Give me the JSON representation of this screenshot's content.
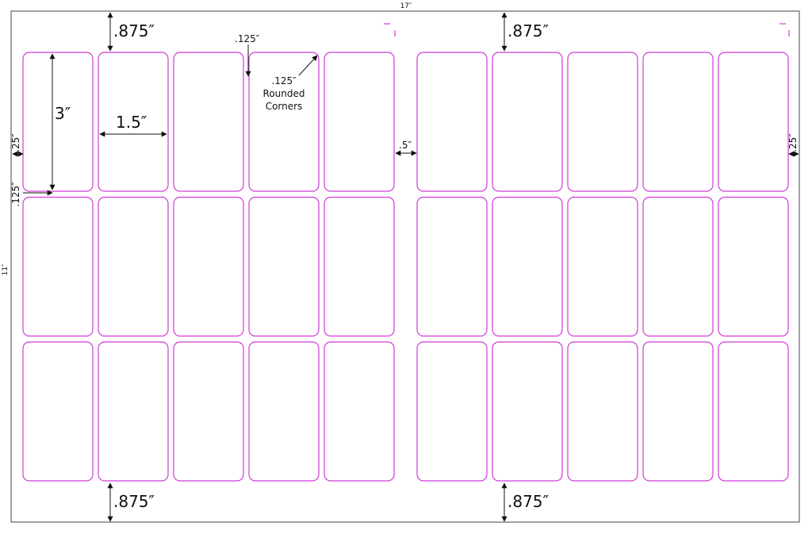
{
  "sheet": {
    "width_label": "17″",
    "height_label": "11″"
  },
  "labels_layout": {
    "rows": 3,
    "columns_per_block": 5,
    "blocks": 2
  },
  "dimensions": {
    "top_margin_left": ".875″",
    "top_margin_right": ".875″",
    "bottom_margin_left": ".875″",
    "bottom_margin_right": ".875″",
    "label_height": "3″",
    "label_width": "1.5″",
    "horizontal_gap": ".125″",
    "vertical_gap": ".125″",
    "corner_radius_value": ".125″",
    "corner_radius_line1": "Rounded",
    "corner_radius_line2": "Corners",
    "center_gap": ".5″",
    "side_margin_left": ".25″",
    "side_margin_right": ".25″"
  },
  "colors": {
    "label_outline": "#d13ad6",
    "sheet_outline": "#444444",
    "dimension_ink": "#111111"
  }
}
